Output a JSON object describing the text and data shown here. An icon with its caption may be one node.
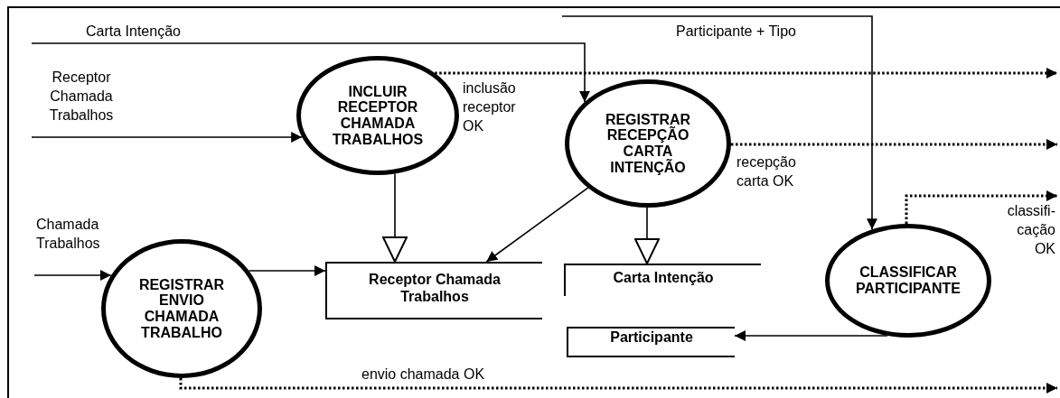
{
  "diagram": {
    "nodes": [
      {
        "text": [
          "INCLUIR RECEPTOR CHAMADA TRABALHOS"
        ]
      },
      {
        "text": [
          "REGISTRAR RECEPÇÃO CARTA INTENÇÃO"
        ]
      },
      {
        "text": [
          "REGISTRAR ENVIO CHAMADA TRABALHO"
        ]
      },
      {
        "text": [
          "CLASSIFICAR PARTICIPANTE"
        ]
      },
      {
        "text": [
          "Receptor Chamada Trabalhos"
        ]
      },
      {
        "text": [
          "Carta Intenção"
        ]
      },
      {
        "text": [
          "Participante"
        ]
      }
    ],
    "edges": [
      {
        "from": null,
        "to": 1,
        "arrow": "to",
        "label": "Carta Intenção"
      },
      {
        "from": null,
        "to": 3,
        "arrow": "to",
        "label": "Participante + Tipo"
      },
      {
        "from": 0,
        "to": null,
        "arrow": "to",
        "label": "inclusão receptor OK",
        "style": "dashed"
      },
      {
        "from": null,
        "to": 0,
        "arrow": "to",
        "label": "Receptor Chamada Trabalhos"
      },
      {
        "from": 1,
        "to": null,
        "arrow": "to",
        "label": "recepção carta OK",
        "style": "dashed"
      },
      {
        "from": 3,
        "to": null,
        "arrow": "to",
        "label": "classifi- cação OK",
        "style": "dashed"
      },
      {
        "from": null,
        "to": 2,
        "arrow": "to",
        "label": "Chamada Trabalhos"
      },
      {
        "from": 2,
        "to": 4,
        "arrow": "to"
      },
      {
        "from": 0,
        "to": 4,
        "arrow": "to"
      },
      {
        "from": 1,
        "to": 4,
        "arrow": "to"
      },
      {
        "from": 1,
        "to": 5,
        "arrow": "to"
      },
      {
        "from": 3,
        "to": 6,
        "arrow": "to"
      },
      {
        "from": 2,
        "to": null,
        "arrow": "to",
        "label": "envio chamada OK",
        "style": "dashed"
      }
    ]
  }
}
